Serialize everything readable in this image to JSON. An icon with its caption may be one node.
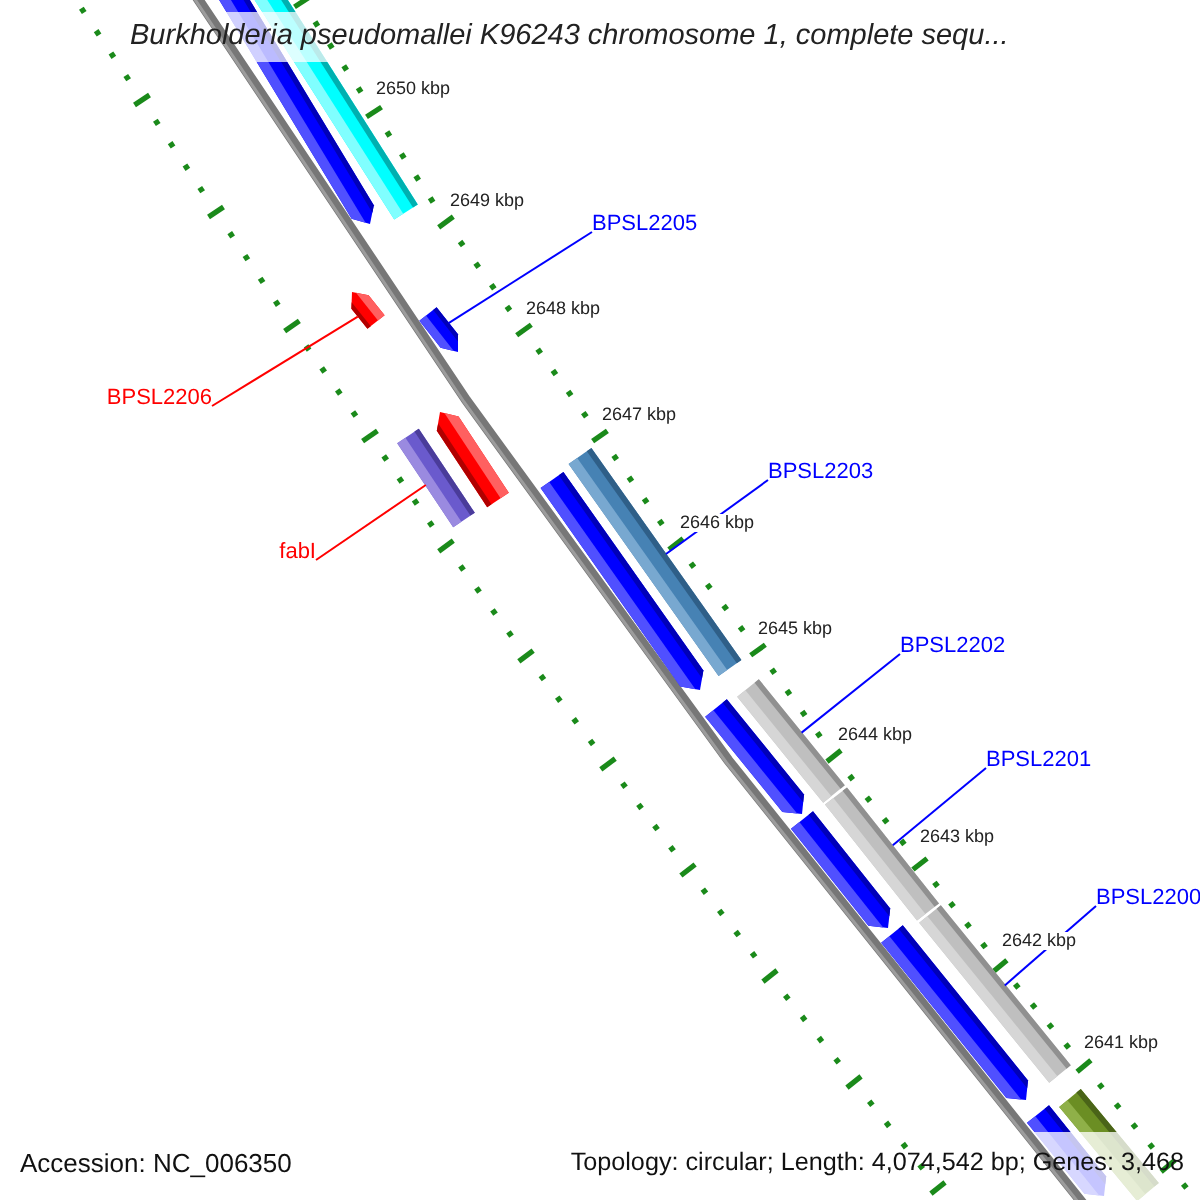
{
  "diagram": {
    "title": "Burkholderia pseudomallei K96243 chromosome 1, complete sequ...",
    "nodes": [
      {
        "text": [],
        "shape": "arrow"
      },
      {
        "text": [],
        "shape": "bar"
      },
      {
        "text": [
          "BPSL2205"
        ]
      },
      {
        "text": [],
        "shape": "arrow"
      },
      {
        "text": [],
        "shape": "arrow"
      },
      {
        "text": [
          "BPSL2206"
        ]
      },
      {
        "text": [],
        "shape": "arrow"
      },
      {
        "text": [],
        "shape": "bar"
      },
      {
        "text": [
          "BPSL2203"
        ]
      },
      {
        "text": [],
        "shape": "arrow"
      },
      {
        "text": [],
        "shape": "bar"
      },
      {
        "text": [
          "fabI"
        ]
      },
      {
        "text": [
          "BPSL2202"
        ]
      },
      {
        "text": [],
        "shape": "bar"
      },
      {
        "text": [],
        "shape": "arrow"
      },
      {
        "text": [
          "BPSL2201"
        ]
      },
      {
        "text": [],
        "shape": "bar"
      },
      {
        "text": [],
        "shape": "arrow"
      },
      {
        "text": [
          "BPSL2200"
        ]
      },
      {
        "text": [],
        "shape": "bar"
      },
      {
        "text": [],
        "shape": "arrow"
      },
      {
        "text": [],
        "shape": "bar"
      },
      {
        "text": [],
        "shape": "arrow"
      }
    ],
    "edges": [
      {
        "from": 2,
        "to": 4,
        "arrow": "none"
      },
      {
        "from": 5,
        "to": 3,
        "arrow": "none",
        "color": "#ff0000"
      },
      {
        "from": 8,
        "to": 10,
        "arrow": "none"
      },
      {
        "from": 11,
        "to": 7,
        "arrow": "none",
        "color": "#ff0000"
      },
      {
        "from": 12,
        "to": 13,
        "arrow": "none"
      },
      {
        "from": 15,
        "to": 16,
        "arrow": "none"
      },
      {
        "from": 18,
        "to": 19,
        "arrow": "none"
      }
    ],
    "labels": [
      "2650 kbp",
      "2649 kbp",
      "2648 kbp",
      "2647 kbp",
      "2646 kbp",
      "2645 kbp",
      "2644 kbp",
      "2643 kbp",
      "2642 kbp",
      "2641 kbp",
      "Accession: NC_006350",
      "Topology: circular; Length: 4,074,542 bp; Genes: 3,468"
    ]
  }
}
